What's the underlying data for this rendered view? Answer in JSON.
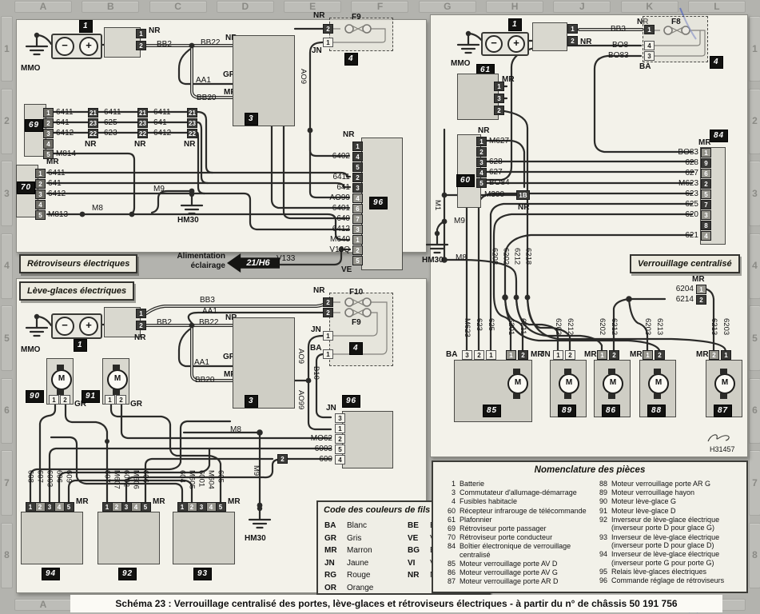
{
  "frame": {
    "letters": [
      "A",
      "B",
      "C",
      "D",
      "E",
      "F",
      "G",
      "H",
      "J",
      "K",
      "L"
    ],
    "numbers": [
      "1",
      "2",
      "3",
      "4",
      "5",
      "6",
      "7",
      "8"
    ]
  },
  "caption": "Schéma 23 : Verrouillage centralisé des portes, lève-glaces et rétroviseurs électriques - à partir du n° de châssis 50 191 756",
  "signature": "H31457",
  "sym": {
    "motor": "M",
    "minus": "−",
    "plus": "+"
  },
  "colors": {
    "title": "Code des couleurs de fils",
    "left": [
      {
        "c": "BA",
        "n": "Blanc"
      },
      {
        "c": "GR",
        "n": "Gris"
      },
      {
        "c": "MR",
        "n": "Marron"
      },
      {
        "c": "JN",
        "n": "Jaune"
      },
      {
        "c": "RG",
        "n": "Rouge"
      },
      {
        "c": "OR",
        "n": "Orange"
      }
    ],
    "right": [
      {
        "c": "BE",
        "n": "Bleu"
      },
      {
        "c": "VE",
        "n": "Vert"
      },
      {
        "c": "BG",
        "n": "Beige"
      },
      {
        "c": "VI",
        "n": "Violet"
      },
      {
        "c": "NR",
        "n": "Noir"
      }
    ]
  },
  "nomenclature": {
    "title": "Nomenclature des pièces",
    "left": [
      {
        "num": "1",
        "text": "Batterie"
      },
      {
        "num": "3",
        "text": "Commutateur d'allumage-démarrage"
      },
      {
        "num": "4",
        "text": "Fusibles habitacle"
      },
      {
        "num": "60",
        "text": "Récepteur infrarouge de télécommande"
      },
      {
        "num": "61",
        "text": "Plafonnier"
      },
      {
        "num": "69",
        "text": "Rétroviseur porte passager"
      },
      {
        "num": "70",
        "text": "Rétroviseur porte conducteur"
      },
      {
        "num": "84",
        "text": "Boîtier électronique de verrouillage centralisé"
      },
      {
        "num": "85",
        "text": "Moteur verrouillage porte AV D"
      },
      {
        "num": "86",
        "text": "Moteur verrouillage porte AV G"
      },
      {
        "num": "87",
        "text": "Moteur verrouillage porte AR D"
      }
    ],
    "right": [
      {
        "num": "88",
        "text": "Moteur verrouillage porte AR G"
      },
      {
        "num": "89",
        "text": "Moteur verrouillage hayon"
      },
      {
        "num": "90",
        "text": "Moteur lève-glace G"
      },
      {
        "num": "91",
        "text": "Moteur lève-glace D"
      },
      {
        "num": "92",
        "text": "Inverseur de lève-glace électrique (inverseur porte D pour glace G)"
      },
      {
        "num": "93",
        "text": "Inverseur de lève-glace électrique (inverseur porte D pour glace D)"
      },
      {
        "num": "94",
        "text": "Inverseur de lève-glace électrique (inverseur porte G pour porte G)"
      },
      {
        "num": "95",
        "text": "Relais lève-glaces électriques"
      },
      {
        "num": "96",
        "text": "Commande réglage de rétroviseurs"
      }
    ]
  },
  "retro": {
    "title": "Rétroviseurs électriques",
    "mmo": "MMO",
    "badge1": "1",
    "comp_pins": [
      "1",
      "2"
    ],
    "nr1": "NR",
    "bb2": "BB2",
    "bb22": "BB22",
    "nr2": "NR",
    "aa1": "AA1",
    "gr": "GR",
    "bb20": "BB20",
    "mr": "MR",
    "badge3": "3",
    "sw_pins_nr": [
      "1",
      "2"
    ],
    "sw_pins_gr": [
      "2",
      "1"
    ],
    "sw_pins_mr": [
      "1",
      "2"
    ],
    "fuse": {
      "nr": "NR",
      "f9": "F9",
      "jn": "JN",
      "badge": "4",
      "pin_top": "2",
      "pin_bot": "1"
    },
    "ao9": "AO9",
    "c69": {
      "badge": "69",
      "mr": "MR",
      "rows": [
        {
          "n": "1",
          "w": "6411"
        },
        {
          "n": "2",
          "w": "641"
        },
        {
          "n": "3",
          "w": "6412"
        },
        {
          "n": "4",
          "w": ""
        },
        {
          "n": "5",
          "w": "M814"
        }
      ]
    },
    "cols": {
      "pins": [
        {
          "n": "21"
        },
        {
          "n": "23"
        },
        {
          "n": "22"
        }
      ],
      "nr": "NR",
      "mid1": [
        "6411",
        "625",
        "623"
      ],
      "mid2": [
        "6411",
        "641",
        "6412"
      ]
    },
    "c70": {
      "badge": "70",
      "rows": [
        {
          "n": "1",
          "w": "6411"
        },
        {
          "n": "2",
          "w": "641"
        },
        {
          "n": "3",
          "w": "6412"
        },
        {
          "n": "4",
          "w": ""
        },
        {
          "n": "5",
          "w": "M813"
        }
      ]
    },
    "m8": "M8",
    "m9": "M9",
    "hm30": "HM30",
    "c96": {
      "badge": "96",
      "nr": "NR",
      "ve": "VE",
      "g1": [
        {
          "w": "",
          "n": "1"
        },
        {
          "w": "6402",
          "n": "4"
        },
        {
          "w": "",
          "n": "5"
        },
        {
          "w": "6411",
          "n": "2"
        },
        {
          "w": "641",
          "n": "3"
        }
      ],
      "g2": [
        {
          "w": "AO99",
          "n": "4"
        },
        {
          "w": "6401",
          "n": "6"
        },
        {
          "w": "640",
          "n": "7"
        },
        {
          "w": "6412",
          "n": "3"
        },
        {
          "w": "M640",
          "n": "1"
        },
        {
          "w": "V13Q",
          "n": "2"
        },
        {
          "w": "",
          "n": "5"
        }
      ]
    },
    "alim": {
      "text1": "Alimentation",
      "text2": "éclairage",
      "arrow": "21/H6",
      "wire": "V133"
    }
  },
  "leve": {
    "title": "Lève-glaces électriques",
    "mmo": "MMO",
    "badge1": "1",
    "comp_pins": [
      "1",
      "2"
    ],
    "nr1": "NR",
    "bb2": "BB2",
    "bb3": "BB3",
    "aa1t": "AA1",
    "bb22": "BB22",
    "nr2": "NR",
    "aa1": "AA1",
    "gr": "GR",
    "bb20": "BB20",
    "mr": "MR",
    "badge3": "3",
    "sw_pins_nr": [
      "1",
      "2"
    ],
    "sw_pins_gr": [
      "2",
      "1"
    ],
    "sw_pins_mr": [
      "1",
      "2"
    ],
    "fuse": {
      "nr": "NR",
      "f10": "F10",
      "f9": "F9",
      "jn": "JN",
      "ba": "BA",
      "badge": "4",
      "pins": [
        "2",
        "2",
        "1",
        "1"
      ]
    },
    "ao9": "AO9",
    "b10": "B10",
    "ao99": "AO99",
    "m90": {
      "badge": "90",
      "pins": [
        {
          "n": "1"
        },
        {
          "n": "2"
        }
      ],
      "gr": "GR"
    },
    "m91": {
      "badge": "91",
      "pins": [
        {
          "n": "1"
        },
        {
          "n": "2"
        }
      ],
      "gr": "GR"
    },
    "relay": {
      "badge": "96",
      "jn": "JN",
      "rows": [
        {
          "w": "",
          "n": "3"
        },
        {
          "w": "",
          "n": "1"
        },
        {
          "w": "MO62",
          "n": "2"
        },
        {
          "w": "6003",
          "n": "5"
        },
        {
          "w": "600",
          "n": "4"
        }
      ]
    },
    "m8": "M8",
    "m9": "M9",
    "hm30": "HM30",
    "inline2": "2",
    "s94": {
      "badge": "94",
      "mr": "MR",
      "cols": [
        {
          "w": "608",
          "n": "1"
        },
        {
          "w": "607",
          "n": "2"
        },
        {
          "w": "6003",
          "n": "3"
        },
        {
          "w": "606",
          "n": "4"
        },
        {
          "w": "609",
          "n": "5"
        }
      ]
    },
    "s92": {
      "badge": "92",
      "mr": "MR",
      "cols": [
        {
          "w": "607",
          "n": "1"
        },
        {
          "w": "M607",
          "n": "2"
        },
        {
          "w": "6002",
          "n": "3"
        },
        {
          "w": "M606",
          "n": "4"
        },
        {
          "w": "606",
          "n": "5"
        }
      ]
    },
    "s93": {
      "badge": "93",
      "mr": "MR",
      "cols": [
        {
          "w": "604",
          "n": "1"
        },
        {
          "w": "M605",
          "n": "2"
        },
        {
          "w": "6001",
          "n": "3"
        },
        {
          "w": "M604",
          "n": "4"
        },
        {
          "w": "605",
          "n": "5"
        }
      ]
    }
  },
  "verrou": {
    "title": "Verrouillage centralisé",
    "mmo": "MMO",
    "badge1": "1",
    "comp_pins": [
      "1",
      "2"
    ],
    "nr1": "NR",
    "fuse": {
      "nr": "NR",
      "f8": "F8",
      "ba": "BA",
      "badge": "4",
      "rows": [
        {
          "w": "BB3",
          "n": "1"
        },
        {
          "w": "BO8",
          "n": "4"
        },
        {
          "w": "BO83",
          "n": "3"
        }
      ]
    },
    "c61": {
      "badge": "61",
      "mr": "MR",
      "pins": [
        {
          "n": "1"
        },
        {
          "n": "3"
        },
        {
          "n": "2"
        }
      ]
    },
    "c60": {
      "badge": "60",
      "nr": "NR",
      "rows": [
        {
          "n": "1",
          "w": "M627"
        },
        {
          "n": "2",
          "w": ""
        },
        {
          "n": "3",
          "w": "628"
        },
        {
          "n": "4",
          "w": "627"
        },
        {
          "n": "5",
          "w": "BO84"
        }
      ]
    },
    "c1b": {
      "w": "M300",
      "n": "1B",
      "nr": "NR"
    },
    "m1": "M1",
    "m9": "M9",
    "hm30": "HM30",
    "m8": "M8",
    "c84": {
      "badge": "84",
      "mr": "MR",
      "rows": [
        {
          "w": "BO83",
          "n": "1"
        },
        {
          "w": "628",
          "n": "9"
        },
        {
          "w": "627",
          "n": "6"
        },
        {
          "w": "M623",
          "n": "2"
        },
        {
          "w": "623",
          "n": "5"
        },
        {
          "w": "625",
          "n": "7"
        },
        {
          "w": "620",
          "n": "3"
        },
        {
          "w": "",
          "n": "8"
        },
        {
          "w": "621",
          "n": "4"
        }
      ]
    },
    "vwires": [
      "6208",
      "6202",
      "6212",
      "6218"
    ],
    "c6204": {
      "mr": "MR",
      "rows": [
        {
          "w": "6204",
          "n": "1"
        },
        {
          "w": "6214",
          "n": "2"
        }
      ]
    },
    "m85": {
      "badge": "85",
      "ba": "BA",
      "mr": "MR",
      "ba_cols": [
        {
          "w": "M623",
          "n": "3"
        },
        {
          "w": "623",
          "n": "2"
        },
        {
          "w": "625",
          "n": "1"
        }
      ],
      "mr_cols": [
        {
          "w": "6201",
          "n": "1"
        },
        {
          "w": "6211",
          "n": "2"
        }
      ]
    },
    "m89": {
      "badge": "89",
      "jn": "JN",
      "cols": [
        {
          "w": "6202",
          "n": "1"
        },
        {
          "w": "6212",
          "n": "2"
        }
      ]
    },
    "m86": {
      "badge": "86",
      "mr": "MR",
      "cols": [
        {
          "w": "6202",
          "n": "1"
        },
        {
          "w": "6212",
          "n": "2"
        }
      ]
    },
    "m88": {
      "badge": "88",
      "mr": "MR",
      "cols": [
        {
          "w": "6203",
          "n": "1"
        },
        {
          "w": "6213",
          "n": "2"
        }
      ]
    },
    "m87": {
      "badge": "87",
      "mr": "MR",
      "cols": [
        {
          "w": "6213",
          "n": "2"
        },
        {
          "w": "6203",
          "n": "1"
        }
      ]
    }
  }
}
